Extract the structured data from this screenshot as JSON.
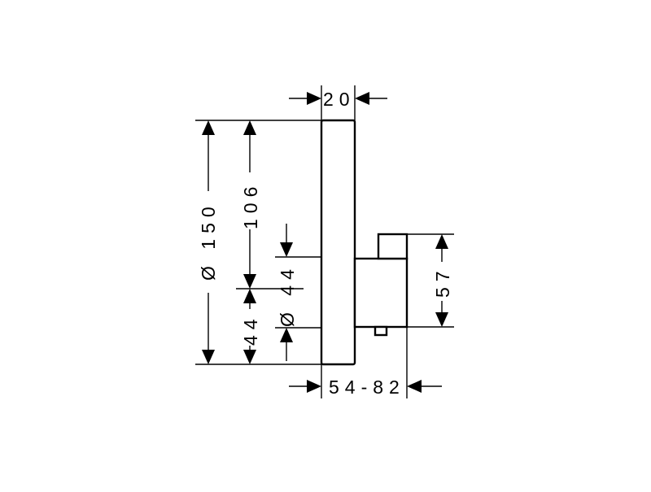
{
  "dimensions": {
    "plate_depth": "20",
    "plate_diameter": "Ø 150",
    "upper_height": "106",
    "lower_height": "44",
    "inner_diameter": "Ø 44",
    "body_height": "57",
    "installation_depth": "54-82"
  }
}
